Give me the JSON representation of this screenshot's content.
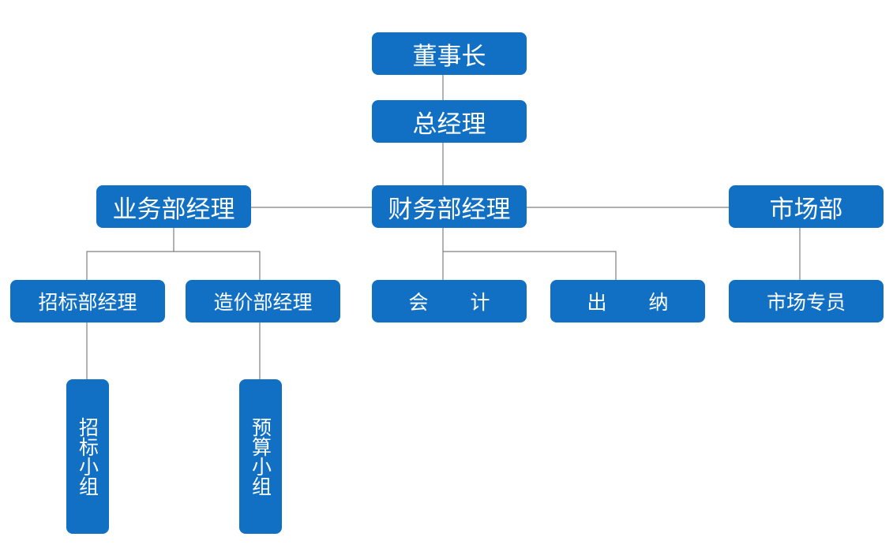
{
  "colors": {
    "node_fill": "#1170c4",
    "node_text": "#ffffff",
    "connector": "#7f7f7f"
  },
  "nodes": {
    "chairman": "董事长",
    "general_manager": "总经理",
    "business_manager": "业务部经理",
    "finance_manager": "财务部经理",
    "marketing_dept": "市场部",
    "bidding_manager": "招标部经理",
    "costing_manager": "造价部经理",
    "accountant": "会  计",
    "cashier": "出  纳",
    "marketing_specialist": "市场专员",
    "bidding_team": "招标小组",
    "budget_team": "预算小组"
  }
}
